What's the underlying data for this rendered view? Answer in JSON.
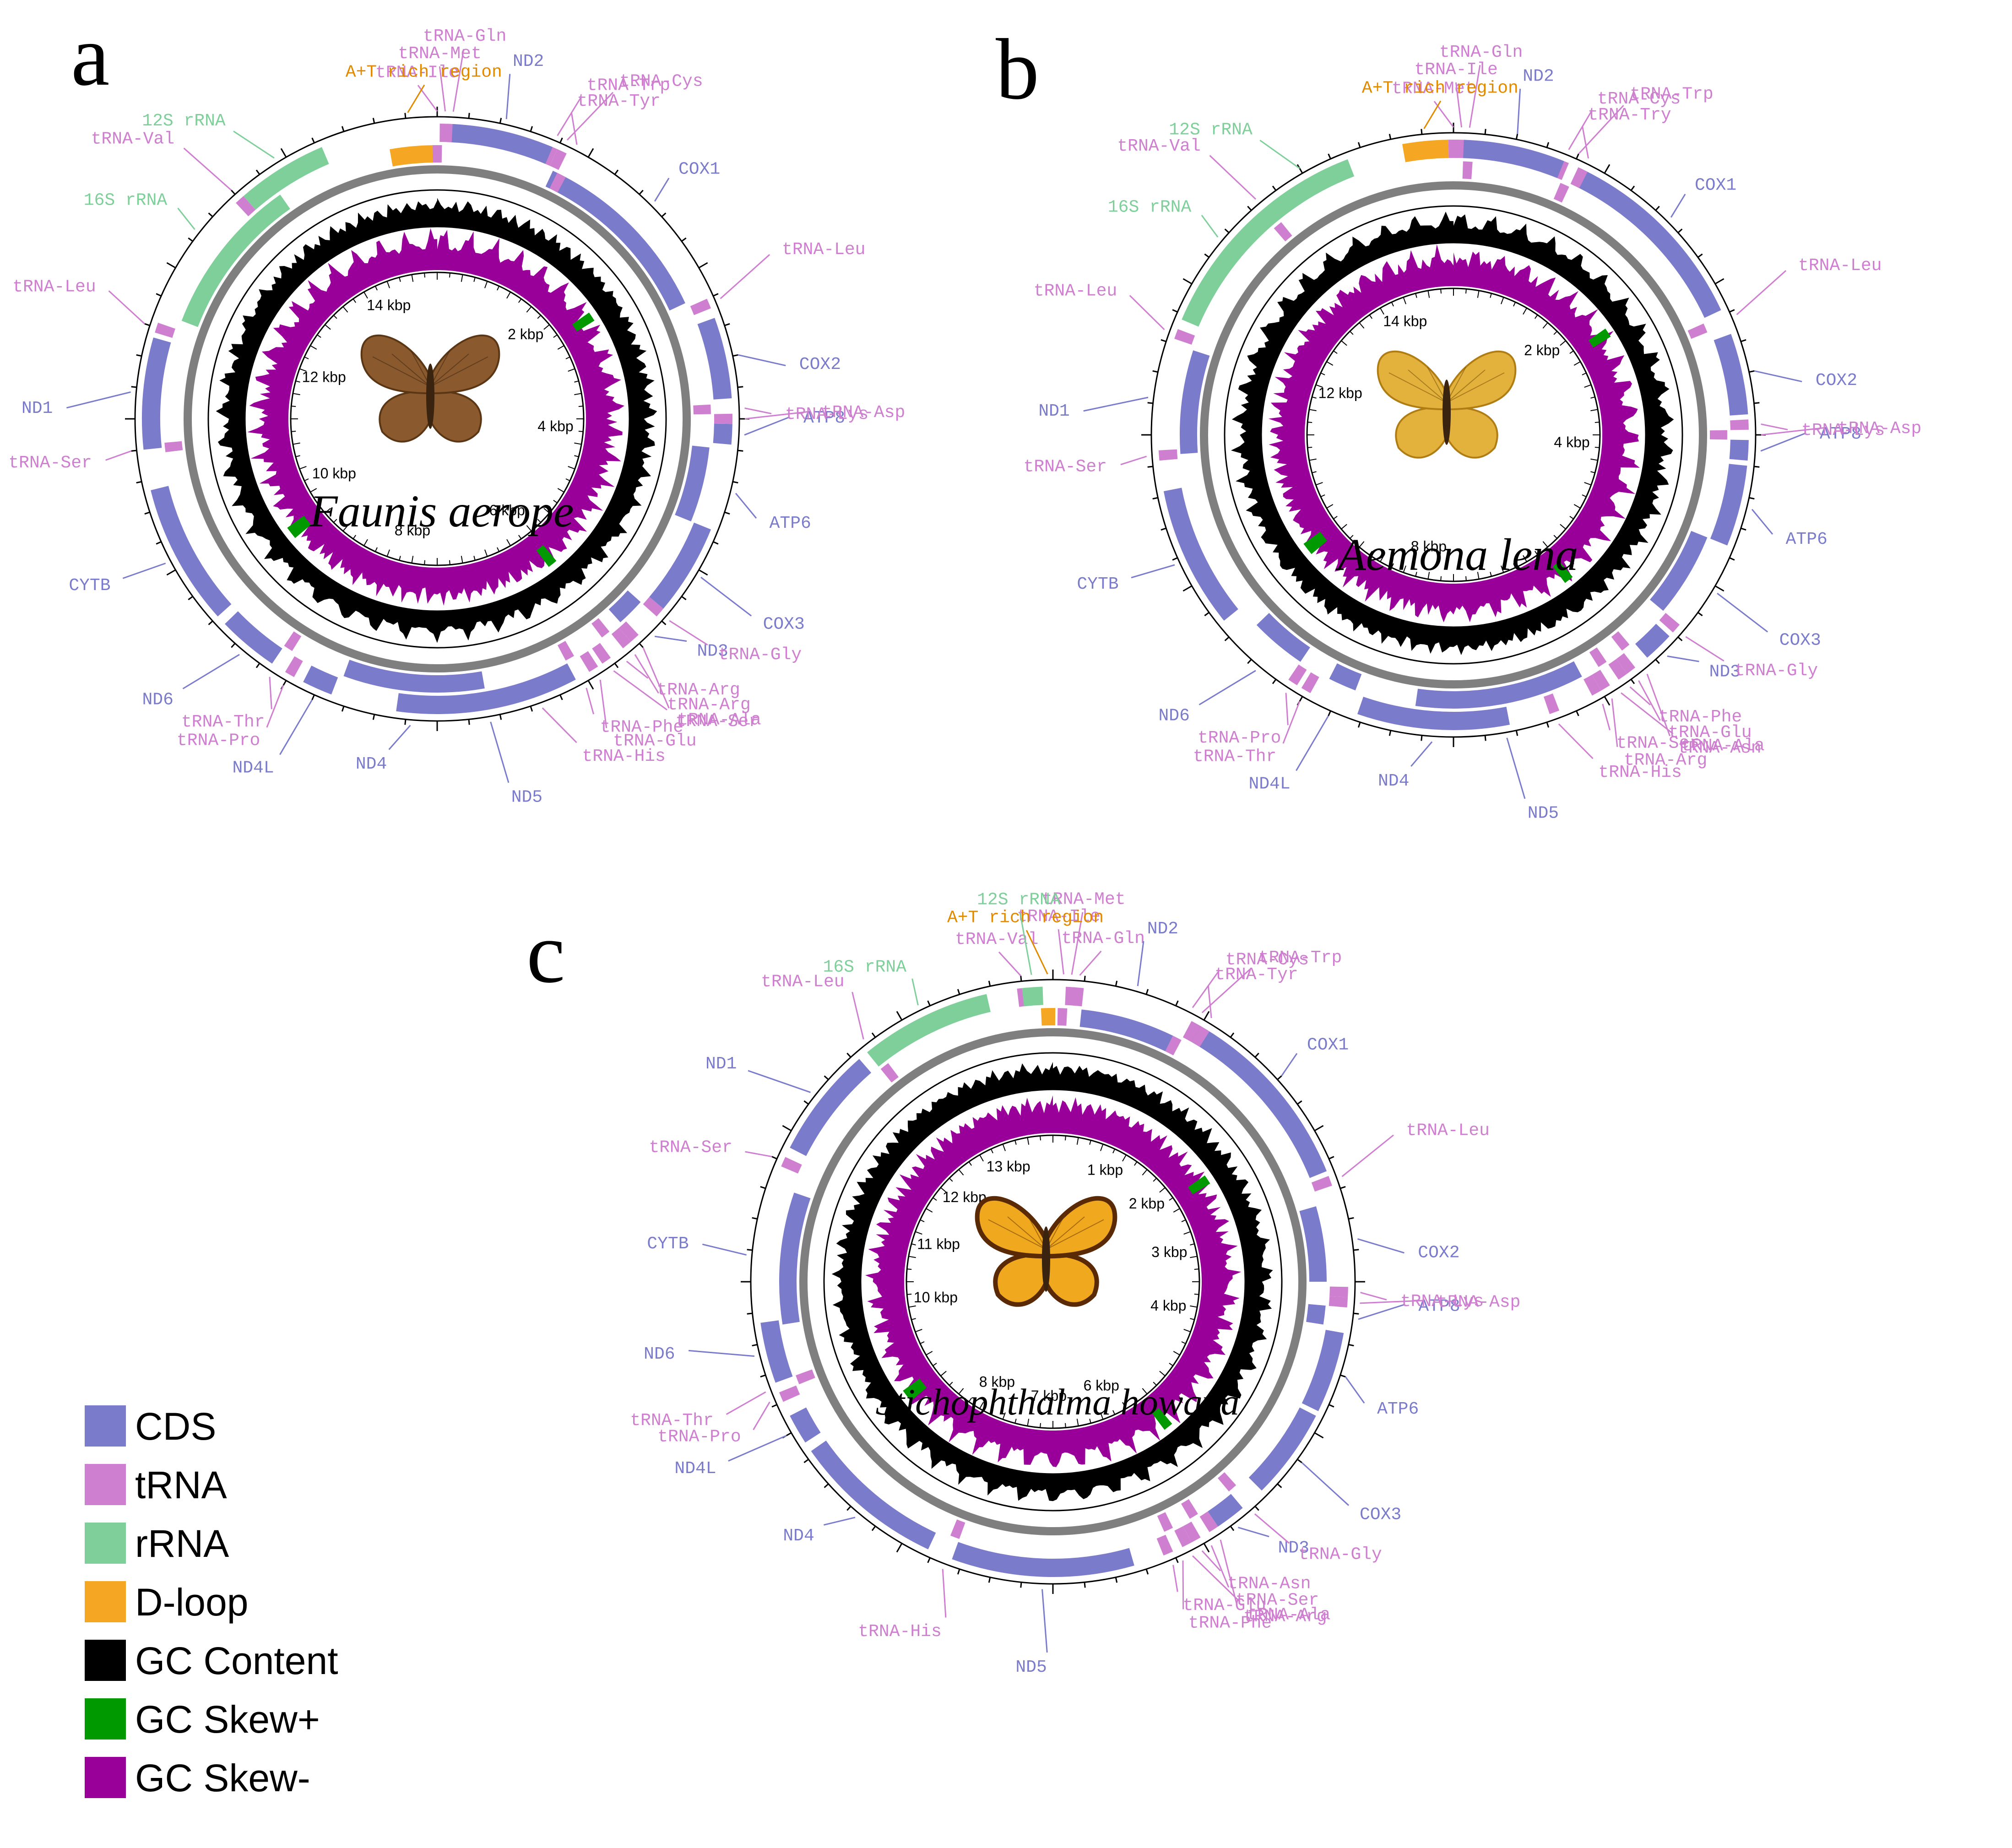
{
  "colors": {
    "CDS": "#7b7bcc",
    "tRNA": "#cf7fcf",
    "rRNA": "#7fcf9a",
    "D-loop": "#f5a623",
    "GC Content": "#000000",
    "GC Skew+": "#009900",
    "GC Skew-": "#990099",
    "backbone": "#7f7f7f",
    "atLabelB": "#e08a00"
  },
  "legend": [
    {
      "key": "CDS",
      "label": "CDS"
    },
    {
      "key": "tRNA",
      "label": "tRNA"
    },
    {
      "key": "rRNA",
      "label": "rRNA"
    },
    {
      "key": "D-loop",
      "label": "D-loop"
    },
    {
      "key": "GC Content",
      "label": "GC Content"
    },
    {
      "key": "GC Skew+",
      "label": "GC Skew+"
    },
    {
      "key": "GC Skew-",
      "label": "GC Skew-"
    }
  ],
  "panels": [
    {
      "letter": "a",
      "species": "Faunis aerope",
      "butterfly": "brown",
      "kbp_ticks": [
        {
          "label": "2 kbp",
          "angle": 48
        },
        {
          "label": "4 kbp",
          "angle": 96
        },
        {
          "label": "6 kbp",
          "angle": 144
        },
        {
          "label": "8 kbp",
          "angle": 192
        },
        {
          "label": "10 kbp",
          "angle": 240
        },
        {
          "label": "12 kbp",
          "angle": 288
        },
        {
          "label": "14 kbp",
          "angle": 336
        }
      ],
      "features": [
        {
          "name": "tRNA-Ile",
          "type": "tRNA",
          "angle": 0,
          "width": 2
        },
        {
          "name": "tRNA-Met",
          "type": "tRNA",
          "angle": 1.5,
          "width": 2
        },
        {
          "name": "tRNA-Gln",
          "type": "tRNA",
          "angle": 3,
          "width": 2
        },
        {
          "name": "A+T rich region",
          "type": "D-loop",
          "angle": -5.5,
          "width": 9
        },
        {
          "name": "12S rRNA",
          "type": "rRNA",
          "angle": -32,
          "width": 18
        },
        {
          "name": "tRNA-Val",
          "type": "tRNA",
          "angle": -42,
          "width": 2
        },
        {
          "name": "16S rRNA",
          "type": "rRNA",
          "angle": -52,
          "width": 34
        },
        {
          "name": "tRNA-Leu",
          "type": "tRNA",
          "angle": -72,
          "width": 2
        },
        {
          "name": "ND1",
          "type": "CDS",
          "angle": -85,
          "width": 22
        },
        {
          "name": "tRNA-Ser",
          "type": "tRNA",
          "angle": -96,
          "width": 2
        },
        {
          "name": "CYTB",
          "type": "CDS",
          "angle": -118,
          "width": 28
        },
        {
          "name": "ND6",
          "type": "CDS",
          "angle": -140,
          "width": 12
        },
        {
          "name": "tRNA-Thr",
          "type": "tRNA",
          "angle": -147,
          "width": 2
        },
        {
          "name": "tRNA-Pro",
          "type": "tRNA",
          "angle": -150,
          "width": 2
        },
        {
          "name": "ND4L",
          "type": "CDS",
          "angle": -156,
          "width": 6
        },
        {
          "name": "ND4",
          "type": "CDS",
          "angle": -175,
          "width": 30
        },
        {
          "name": "tRNA-His",
          "type": "tRNA",
          "angle": 160,
          "width": 2
        },
        {
          "name": "ND5",
          "type": "CDS",
          "angle": 170,
          "width": 36
        },
        {
          "name": "tRNA-Phe",
          "type": "tRNA",
          "angle": 151,
          "width": 2
        },
        {
          "name": "tRNA-Glu",
          "type": "tRNA",
          "angle": 148,
          "width": 2
        },
        {
          "name": "tRNA-Ser",
          "type": "tRNA",
          "angle": 145,
          "width": 2
        },
        {
          "name": "tRNA-Arg",
          "type": "tRNA",
          "angle": 142,
          "width": 2
        },
        {
          "name": "tRNA-Arg",
          "type": "tRNA",
          "angle": 140,
          "width": 2
        },
        {
          "name": "tRNA-Ala",
          "type": "tRNA",
          "angle": 138,
          "width": 2
        },
        {
          "name": "ND3",
          "type": "CDS",
          "angle": 135,
          "width": 6
        },
        {
          "name": "tRNA-Gly",
          "type": "tRNA",
          "angle": 131,
          "width": 2
        },
        {
          "name": "COX3",
          "type": "CDS",
          "angle": 121,
          "width": 18
        },
        {
          "name": "ATP6",
          "type": "CDS",
          "angle": 104,
          "width": 16
        },
        {
          "name": "ATP8",
          "type": "CDS",
          "angle": 93,
          "width": 4
        },
        {
          "name": "tRNA-Asp",
          "type": "tRNA",
          "angle": 90,
          "width": 2
        },
        {
          "name": "tRNA-Lys",
          "type": "tRNA",
          "angle": 88,
          "width": 2
        },
        {
          "name": "COX2",
          "type": "CDS",
          "angle": 78,
          "width": 16
        },
        {
          "name": "tRNA-Leu",
          "type": "tRNA",
          "angle": 67,
          "width": 2
        },
        {
          "name": "COX1",
          "type": "CDS",
          "angle": 45,
          "width": 40
        },
        {
          "name": "tRNA-Trp",
          "type": "tRNA",
          "angle": 23,
          "width": 2
        },
        {
          "name": "tRNA-Cys",
          "type": "tRNA",
          "angle": 25,
          "width": 2
        },
        {
          "name": "tRNA-Tyr",
          "type": "tRNA",
          "angle": 27,
          "width": 2
        },
        {
          "name": "ND2",
          "type": "CDS",
          "angle": 13,
          "width": 20
        }
      ]
    },
    {
      "letter": "b",
      "species": "Aemona lena",
      "butterfly": "yellow",
      "kbp_ticks": [
        {
          "label": "2 kbp",
          "angle": 48
        },
        {
          "label": "4 kbp",
          "angle": 96
        },
        {
          "label": "8 kbp",
          "angle": 192
        },
        {
          "label": "12 kbp",
          "angle": 288
        },
        {
          "label": "14 kbp",
          "angle": 336
        }
      ],
      "features": [
        {
          "name": "tRNA-Met",
          "type": "tRNA",
          "angle": 0,
          "width": 2
        },
        {
          "name": "tRNA-Ile",
          "type": "tRNA",
          "angle": 1.5,
          "width": 2
        },
        {
          "name": "tRNA-Gln",
          "type": "tRNA",
          "angle": 3,
          "width": 2
        },
        {
          "name": "A+T rich region",
          "type": "D-loop",
          "angle": -5.5,
          "width": 9
        },
        {
          "name": "12S rRNA",
          "type": "rRNA",
          "angle": -30,
          "width": 18
        },
        {
          "name": "tRNA-Val",
          "type": "tRNA",
          "angle": -40,
          "width": 2
        },
        {
          "name": "16S rRNA",
          "type": "rRNA",
          "angle": -50,
          "width": 34
        },
        {
          "name": "tRNA-Leu",
          "type": "tRNA",
          "angle": -70,
          "width": 2
        },
        {
          "name": "ND1",
          "type": "CDS",
          "angle": -83,
          "width": 22
        },
        {
          "name": "tRNA-Ser",
          "type": "tRNA",
          "angle": -94,
          "width": 2
        },
        {
          "name": "CYTB",
          "type": "CDS",
          "angle": -115,
          "width": 28
        },
        {
          "name": "ND6",
          "type": "CDS",
          "angle": -140,
          "width": 12
        },
        {
          "name": "tRNA-Pro",
          "type": "tRNA",
          "angle": -147,
          "width": 2
        },
        {
          "name": "tRNA-Thr",
          "type": "tRNA",
          "angle": -150,
          "width": 2
        },
        {
          "name": "ND4L",
          "type": "CDS",
          "angle": -156,
          "width": 6
        },
        {
          "name": "ND4",
          "type": "CDS",
          "angle": -176,
          "width": 30
        },
        {
          "name": "tRNA-His",
          "type": "tRNA",
          "angle": 160,
          "width": 2
        },
        {
          "name": "ND5",
          "type": "CDS",
          "angle": 170,
          "width": 36
        },
        {
          "name": "tRNA-Ser",
          "type": "tRNA",
          "angle": 151,
          "width": 2
        },
        {
          "name": "tRNA-Arg",
          "type": "tRNA",
          "angle": 149,
          "width": 2
        },
        {
          "name": "tRNA-Ala",
          "type": "tRNA",
          "angle": 147,
          "width": 2
        },
        {
          "name": "tRNA-Phe",
          "type": "tRNA",
          "angle": 145,
          "width": 2
        },
        {
          "name": "tRNA-Glu",
          "type": "tRNA",
          "angle": 143,
          "width": 2
        },
        {
          "name": "tRNA-Asn",
          "type": "tRNA",
          "angle": 141,
          "width": 2
        },
        {
          "name": "ND3",
          "type": "CDS",
          "angle": 136,
          "width": 6
        },
        {
          "name": "tRNA-Gly",
          "type": "tRNA",
          "angle": 131,
          "width": 2
        },
        {
          "name": "COX3",
          "type": "CDS",
          "angle": 121,
          "width": 18
        },
        {
          "name": "ATP6",
          "type": "CDS",
          "angle": 104,
          "width": 16
        },
        {
          "name": "ATP8",
          "type": "CDS",
          "angle": 93,
          "width": 4
        },
        {
          "name": "tRNA-Asp",
          "type": "tRNA",
          "angle": 90,
          "width": 2
        },
        {
          "name": "tRNA-Lys",
          "type": "tRNA",
          "angle": 88,
          "width": 2
        },
        {
          "name": "COX2",
          "type": "CDS",
          "angle": 78,
          "width": 16
        },
        {
          "name": "tRNA-Leu",
          "type": "tRNA",
          "angle": 67,
          "width": 2
        },
        {
          "name": "COX1",
          "type": "CDS",
          "angle": 45,
          "width": 40
        },
        {
          "name": "tRNA-Cys",
          "type": "tRNA",
          "angle": 22,
          "width": 2
        },
        {
          "name": "tRNA-Trp",
          "type": "tRNA",
          "angle": 24,
          "width": 2
        },
        {
          "name": "tRNA-Try",
          "type": "tRNA",
          "angle": 26,
          "width": 2
        },
        {
          "name": "ND2",
          "type": "CDS",
          "angle": 12,
          "width": 20
        }
      ]
    },
    {
      "letter": "c",
      "species": "Stichophthalma howqua",
      "butterfly": "orange",
      "kbp_ticks": [
        {
          "label": "1 kbp",
          "angle": 26
        },
        {
          "label": "2 kbp",
          "angle": 52
        },
        {
          "label": "3 kbp",
          "angle": 78
        },
        {
          "label": "4 kbp",
          "angle": 104
        },
        {
          "label": "6 kbp",
          "angle": 156
        },
        {
          "label": "7 kbp",
          "angle": 182
        },
        {
          "label": "8 kbp",
          "angle": 208
        },
        {
          "label": "10 kbp",
          "angle": 260
        },
        {
          "label": "11 kbp",
          "angle": 286
        },
        {
          "label": "12 kbp",
          "angle": 312
        },
        {
          "label": "13 kbp",
          "angle": 338
        }
      ],
      "features": [
        {
          "name": "tRNA-Val",
          "type": "tRNA",
          "angle": -6,
          "width": 2
        },
        {
          "name": "tRNA-Ile",
          "type": "tRNA",
          "angle": 2,
          "width": 2
        },
        {
          "name": "tRNA-Met",
          "type": "tRNA",
          "angle": 3.5,
          "width": 2
        },
        {
          "name": "tRNA-Gln",
          "type": "tRNA",
          "angle": 5,
          "width": 2
        },
        {
          "name": "A+T rich region",
          "type": "D-loop",
          "angle": -1,
          "width": 3
        },
        {
          "name": "12S rRNA",
          "type": "rRNA",
          "angle": -4,
          "width": 4
        },
        {
          "name": "16S rRNA",
          "type": "rRNA",
          "angle": -26,
          "width": 26
        },
        {
          "name": "tRNA-Leu",
          "type": "tRNA",
          "angle": -38,
          "width": 2
        },
        {
          "name": "ND1",
          "type": "CDS",
          "angle": -52,
          "width": 22
        },
        {
          "name": "tRNA-Ser",
          "type": "tRNA",
          "angle": -66,
          "width": 2
        },
        {
          "name": "CYTB",
          "type": "CDS",
          "angle": -85,
          "width": 28
        },
        {
          "name": "ND6",
          "type": "CDS",
          "angle": -104,
          "width": 12
        },
        {
          "name": "tRNA-Pro",
          "type": "tRNA",
          "angle": -113,
          "width": 2
        },
        {
          "name": "tRNA-Thr",
          "type": "tRNA",
          "angle": -111,
          "width": 2
        },
        {
          "name": "ND4L",
          "type": "CDS",
          "angle": -120,
          "width": 6
        },
        {
          "name": "ND4",
          "type": "CDS",
          "angle": -140,
          "width": 30
        },
        {
          "name": "tRNA-His",
          "type": "tRNA",
          "angle": -159,
          "width": 2
        },
        {
          "name": "ND5",
          "type": "CDS",
          "angle": -178,
          "width": 36
        },
        {
          "name": "tRNA-Glu",
          "type": "tRNA",
          "angle": 157,
          "width": 2
        },
        {
          "name": "tRNA-Phe",
          "type": "tRNA",
          "angle": 155,
          "width": 2
        },
        {
          "name": "tRNA-Ala",
          "type": "tRNA",
          "angle": 153,
          "width": 2
        },
        {
          "name": "tRNA-Asn",
          "type": "tRNA",
          "angle": 151,
          "width": 2
        },
        {
          "name": "tRNA-Ser",
          "type": "tRNA",
          "angle": 149,
          "width": 2
        },
        {
          "name": "tRNA-Arg",
          "type": "tRNA",
          "angle": 147,
          "width": 2
        },
        {
          "name": "ND3",
          "type": "CDS",
          "angle": 143,
          "width": 6
        },
        {
          "name": "tRNA-Gly",
          "type": "tRNA",
          "angle": 139,
          "width": 2
        },
        {
          "name": "COX3",
          "type": "CDS",
          "angle": 126,
          "width": 18
        },
        {
          "name": "ATP6",
          "type": "CDS",
          "angle": 108,
          "width": 16
        },
        {
          "name": "ATP8",
          "type": "CDS",
          "angle": 97,
          "width": 4
        },
        {
          "name": "tRNA-Asp",
          "type": "tRNA",
          "angle": 94,
          "width": 2
        },
        {
          "name": "tRNA-Lys",
          "type": "tRNA",
          "angle": 92,
          "width": 2
        },
        {
          "name": "COX2",
          "type": "CDS",
          "angle": 82,
          "width": 16
        },
        {
          "name": "tRNA-Leu",
          "type": "tRNA",
          "angle": 70,
          "width": 2
        },
        {
          "name": "COX1",
          "type": "CDS",
          "angle": 48,
          "width": 40
        },
        {
          "name": "tRNA-Cys",
          "type": "tRNA",
          "angle": 27,
          "width": 2
        },
        {
          "name": "tRNA-Trp",
          "type": "tRNA",
          "angle": 29,
          "width": 2
        },
        {
          "name": "tRNA-Tyr",
          "type": "tRNA",
          "angle": 31,
          "width": 2
        },
        {
          "name": "ND2",
          "type": "CDS",
          "angle": 16,
          "width": 20
        }
      ]
    }
  ]
}
